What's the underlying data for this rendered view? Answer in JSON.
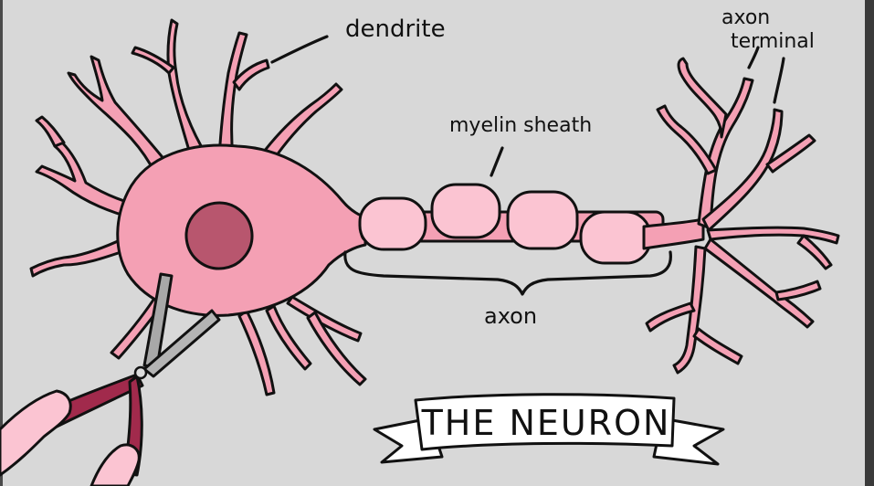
{
  "diagram": {
    "title": "THE NEURON",
    "labels": {
      "dendrite": "dendrite",
      "axon_terminal_line1": "axon",
      "axon_terminal_line2": "terminal",
      "myelin_sheath": "myelin sheath",
      "axon": "axon"
    }
  },
  "colors": {
    "background": "#d8d8d8",
    "neuron_pink": "#f4a0b4",
    "myelin_pink": "#fbc4d2",
    "nucleus": "#b8566e",
    "handle": "#a12a4c",
    "banner": "#ffffff",
    "outline": "#111111"
  },
  "icons": [
    "scissors-icon",
    "hand-icon"
  ]
}
